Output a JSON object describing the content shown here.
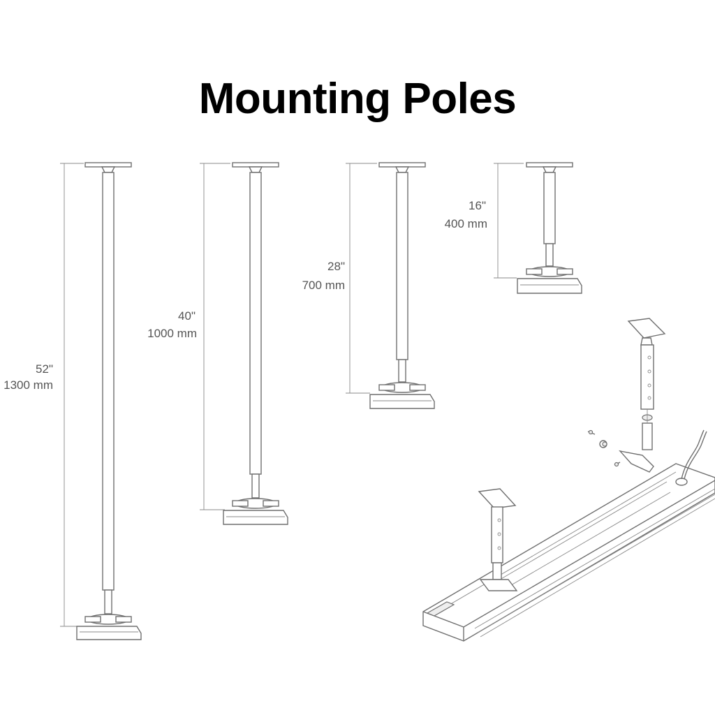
{
  "title": "Mounting Poles",
  "poles": [
    {
      "inch": "52\"",
      "mm": "1300 mm"
    },
    {
      "inch": "40\"",
      "mm": "1000 mm"
    },
    {
      "inch": "28\"",
      "mm": "700 mm"
    },
    {
      "inch": "16\"",
      "mm": "400 mm"
    }
  ],
  "colors": {
    "line": "#6f6f6f",
    "text": "#555555",
    "title": "#000000"
  }
}
